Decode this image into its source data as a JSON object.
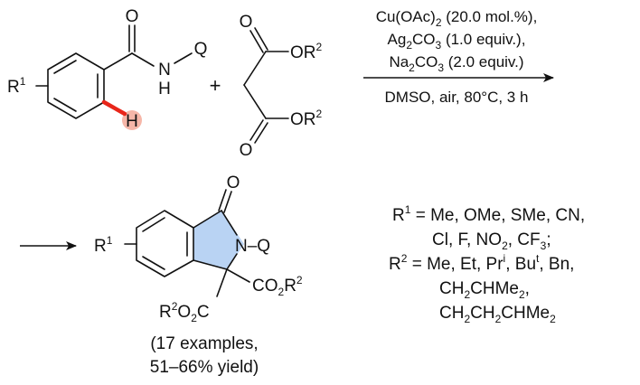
{
  "colors": {
    "ink": "#111111",
    "highlight_bond": "#e8261a",
    "h_glow": "#f6b6a8",
    "ring_fill": "#b9d3f3"
  },
  "reactant1": {
    "r_prefix": "R",
    "r_sup": "1",
    "carbonyl_o": "O",
    "n": "N",
    "n_h": "H",
    "q": "Q",
    "ortho_h": "H"
  },
  "plus_sign": "+",
  "reactant2": {
    "o_top": "O",
    "or_top": "OR",
    "or_top_sup": "2",
    "o_bottom": "O",
    "or_bottom": "OR",
    "or_bottom_sup": "2"
  },
  "conditions": {
    "line1": "Cu(OAc)",
    "line1_sub": "2",
    "line1_rest": " (20.0 mol.%),",
    "line2": "Ag",
    "line2_sub1": "2",
    "line2_mid": "CO",
    "line2_sub2": "3",
    "line2_rest": " (1.0 equiv.),",
    "line3": "Na",
    "line3_sub1": "2",
    "line3_mid": "CO",
    "line3_sub2": "3",
    "line3_rest": " (2.0 equiv.)",
    "below": "DMSO, air, 80°C, 3 h"
  },
  "product": {
    "r_prefix": "R",
    "r_sup": "1",
    "carbonyl_o": "O",
    "nq": "N–Q",
    "co2r_right": "CO",
    "co2r_right_sub": "2",
    "co2r_right_r": "R",
    "co2r_right_sup": "2",
    "co2c_r": "R",
    "co2c_sup": "2",
    "co2c_o": "O",
    "co2c_sub": "2",
    "co2c_c": "C"
  },
  "yield_note": {
    "line1": "(17 examples,",
    "line2": "51–66% yield)"
  },
  "substituents": {
    "r1_label": "R",
    "r1_sup": "1",
    "r1_eq": " = Me, OMe, SMe, CN,",
    "r1_line2_a": "Cl, F, NO",
    "r1_line2_sub": "2",
    "r1_line2_b": ", CF",
    "r1_line2_sub2": "3",
    "r1_line2_c": ";",
    "r2_label": "R",
    "r2_sup": "2",
    "r2_eq": " = Me, Et, Pr",
    "r2_pr_sup": "i",
    "r2_mid": ", Bu",
    "r2_bu_sup": "t",
    "r2_end": ", Bn,",
    "r2_line2_a": "CH",
    "r2_line2_sub1": "2",
    "r2_line2_b": "CHMe",
    "r2_line2_sub2": "2",
    "r2_line2_c": ",",
    "r2_line3_a": "CH",
    "r2_line3_sub1": "2",
    "r2_line3_b": "CH",
    "r2_line3_sub2": "2",
    "r2_line3_c": "CHMe",
    "r2_line3_sub3": "2"
  }
}
